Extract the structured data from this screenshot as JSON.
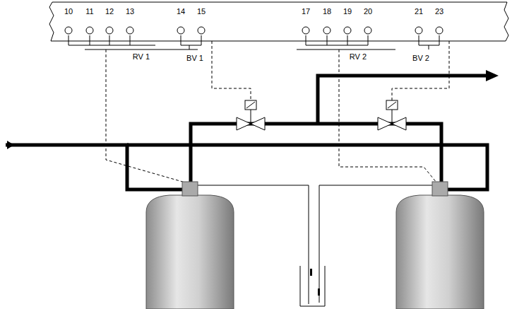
{
  "diagram": {
    "labels": [
      "10",
      "11",
      "12",
      "13",
      "14",
      "15",
      "17",
      "18",
      "19",
      "20",
      "21",
      "23",
      "RV 1",
      "BV 1",
      "RV 2",
      "BV 2"
    ]
  }
}
